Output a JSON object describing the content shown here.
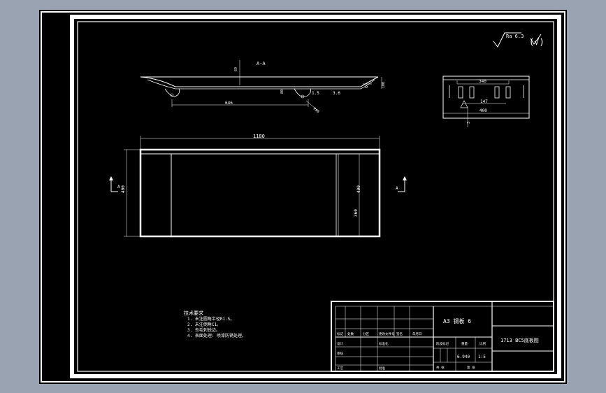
{
  "section_label": "A-A",
  "view_marker": "A",
  "roughness": {
    "symbol": "Ra 6.3",
    "check": "(√)"
  },
  "dimensions": {
    "overall_length": "1180",
    "inner_length": "646",
    "height_a": "69",
    "height_b": "100",
    "thickness": "1.5",
    "depth": "80",
    "radius": "R40",
    "angle": "3.6",
    "width_left": "400",
    "width_inner": "360",
    "width_right": "400",
    "side_top": "340",
    "side_mid": "147",
    "side_bottom": "400",
    "side_small": "3"
  },
  "notes": {
    "title": "技术要求",
    "lines": [
      "1. 未注圆角半径R1.5。",
      "2. 未注倒角C1。",
      "3. 去毛刺锐边。",
      "4. 表面处理: 喷漆防锈处理。"
    ]
  },
  "title_block": {
    "material": "A3 钢板 6",
    "drawing_name": "1713 BC5底板图",
    "labels": {
      "mark": "标记",
      "count": "处数",
      "zone": "分区",
      "change_doc": "更改文件号",
      "signature": "签名",
      "date": "年月日",
      "designer": "设计",
      "standardize": "标准化",
      "checker": "审核",
      "process": "工艺",
      "approve": "批准",
      "stage_mark": "阶段标记",
      "weight": "重量",
      "scale": "比例",
      "sheet_total": "共 张",
      "sheet_no": "第 张"
    },
    "weight": "6.940",
    "scale": "1:5"
  }
}
